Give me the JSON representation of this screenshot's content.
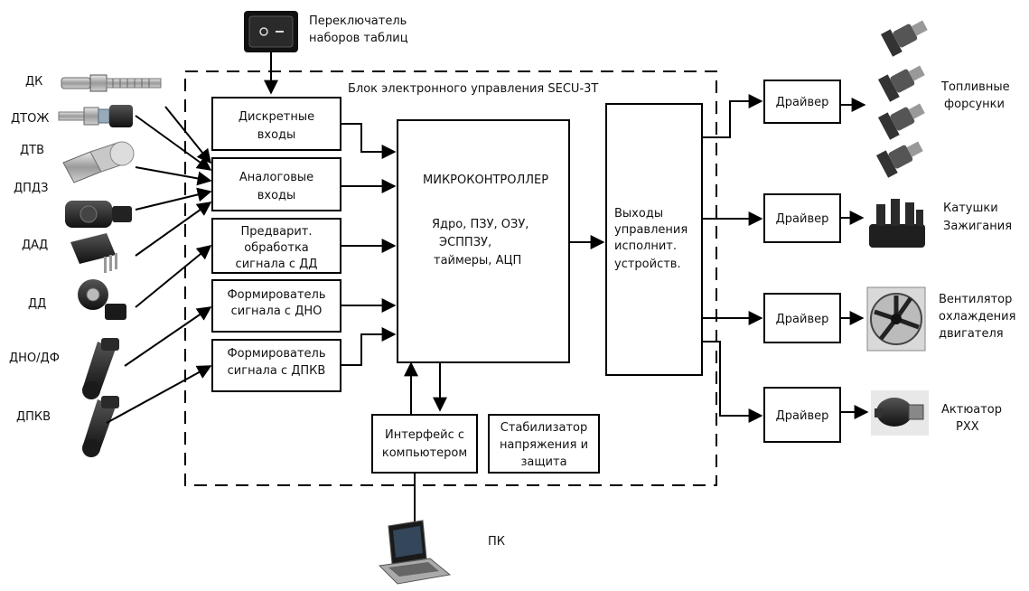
{
  "switch": {
    "line1": "Переключатель",
    "line2": "наборов таблиц"
  },
  "ecu_title": "Блок электронного управления SECU-3T",
  "sensors": [
    "ДК",
    "ДТОЖ",
    "ДТВ",
    "ДПДЗ",
    "ДАД",
    "ДД",
    "ДНО/ДФ",
    "ДПКВ"
  ],
  "blocks": {
    "discrete": [
      "Дискретные",
      "входы"
    ],
    "analog": [
      "Аналоговые",
      "входы"
    ],
    "preproc": [
      "Предварит.",
      "обработка",
      "сигнала с ДД"
    ],
    "former_dno": [
      "Формирователь",
      "сигнала с ДНО"
    ],
    "former_dpkv": [
      "Формирователь",
      "сигнала с ДПКВ"
    ],
    "mcu_title": "МИКРОКОНТРОЛЛЕР",
    "mcu_body": [
      "Ядро, ПЗУ, ОЗУ,",
      "ЭСППЗУ,",
      "таймеры, АЦП"
    ],
    "outputs": [
      "Выходы",
      "управления",
      "исполнит.",
      "устройств."
    ],
    "interface": [
      "Интерфейс с",
      "компьютером"
    ],
    "stabilizer": [
      "Стабилизатор",
      "напряжения и",
      "защита"
    ]
  },
  "driver_label": "Драйвер",
  "actuators": {
    "injectors": [
      "Топливные",
      "форсунки"
    ],
    "coils": [
      "Катушки",
      "Зажигания"
    ],
    "fan": [
      "Вентилятор",
      "охлаждения",
      "двигателя"
    ],
    "iac": [
      "Актюатор",
      "РХХ"
    ]
  },
  "pc_label": "ПК"
}
